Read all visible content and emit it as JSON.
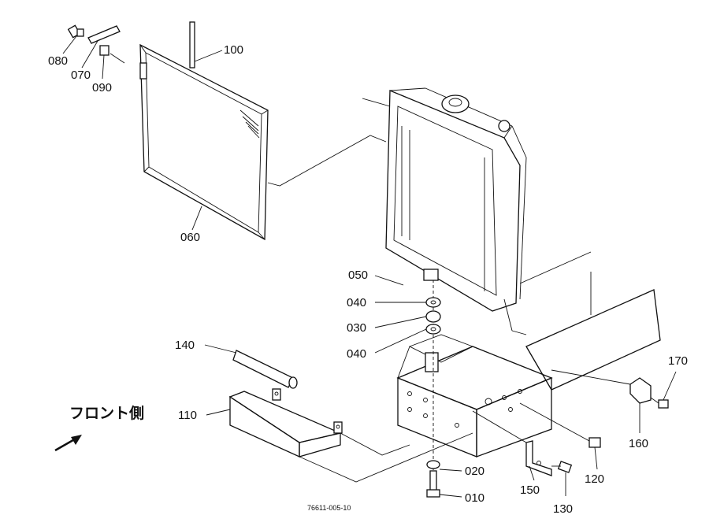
{
  "labels": {
    "p010": "010",
    "p020": "020",
    "p030": "030",
    "p040a": "040",
    "p040b": "040",
    "p050": "050",
    "p060": "060",
    "p070": "070",
    "p080": "080",
    "p090": "090",
    "p100": "100",
    "p110": "110",
    "p120": "120",
    "p130": "130",
    "p140": "140",
    "p150": "150",
    "p160": "160",
    "p170": "170"
  },
  "front_label": "フロント側",
  "drawing_code": "76611-005-10"
}
